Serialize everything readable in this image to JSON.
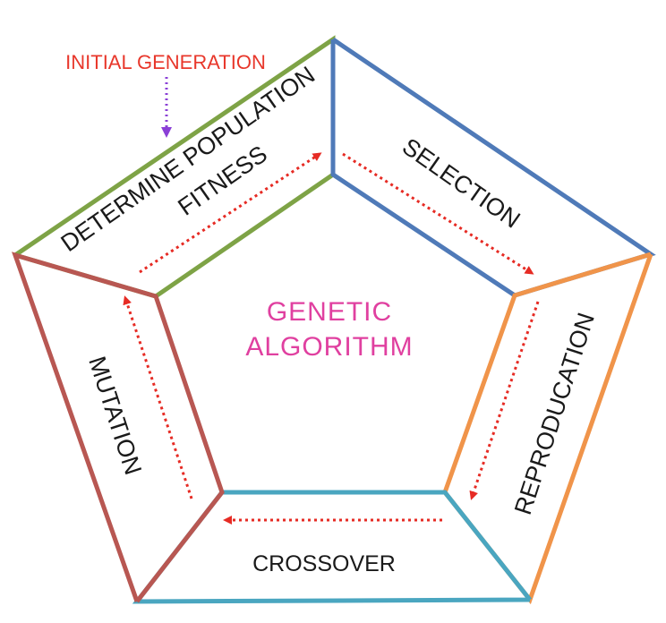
{
  "initial_label": "INITIAL GENERATION",
  "center_title": {
    "line1": "GENETIC",
    "line2": "ALGORITHM"
  },
  "stages": {
    "fitness": {
      "line1": "DETERMINE POPULATION",
      "line2": "FITNESS",
      "color": "#7ea346"
    },
    "selection": {
      "label": "SELECTION",
      "color": "#4f7ab8"
    },
    "reproduction": {
      "label": "REPRODUCATION",
      "color": "#f0944a"
    },
    "crossover": {
      "label": "CROSSOVER",
      "color": "#4aa6c0"
    },
    "mutation": {
      "label": "MUTATION",
      "color": "#b85752"
    }
  },
  "colors": {
    "initial": "#e8372b",
    "initial_arrow": "#8a3fd6",
    "cycle_arrow": "#e62b24",
    "center_text": "#e040a0",
    "stage_text": "#1a1a1a"
  }
}
